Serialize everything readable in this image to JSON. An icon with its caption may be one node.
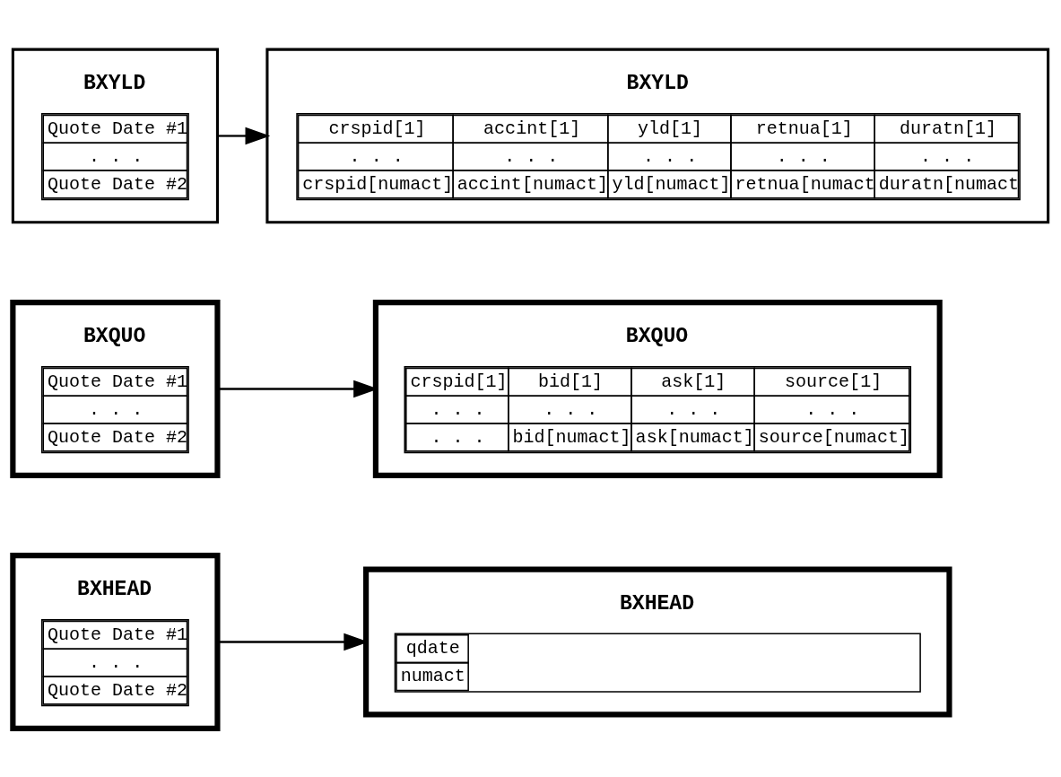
{
  "diagram": {
    "nodes": [
      {
        "text": [
          "BXHEAD",
          "Quote Date #1",
          ". . .",
          "Quote Date #2"
        ]
      },
      {
        "text": [
          "BXHEAD",
          "qdate",
          "numact"
        ]
      },
      {
        "text": [
          "BXQUO",
          "Quote Date #1",
          ". . .",
          "Quote Date #2"
        ]
      },
      {
        "text": [
          "BXQUO",
          "crspid[1]",
          "bid[1]",
          "ask[1]",
          "source[1]",
          ". . .",
          ". . .",
          ". . .",
          ". . .",
          ". . .",
          "bid[numact]",
          "ask[numact]",
          "source[numact]"
        ]
      },
      {
        "text": [
          "BXYLD",
          "Quote Date #1",
          ". . .",
          "Quote Date #2"
        ]
      },
      {
        "text": [
          "BXYLD",
          "crspid[1]",
          "accint[1]",
          "yld[1]",
          "retnua[1]",
          "duratn[1]",
          ". . .",
          ". . .",
          ". . .",
          ". . .",
          ". . .",
          "crspid[numact]",
          "accint[numact]",
          "yld[numact]",
          "retnua[numact",
          "duratn[numact"
        ]
      }
    ],
    "edges": [
      {
        "from": 0,
        "to": 1,
        "arrow": "to"
      },
      {
        "from": 2,
        "to": 3,
        "arrow": "to"
      },
      {
        "from": 4,
        "to": 5,
        "arrow": "to"
      }
    ]
  }
}
